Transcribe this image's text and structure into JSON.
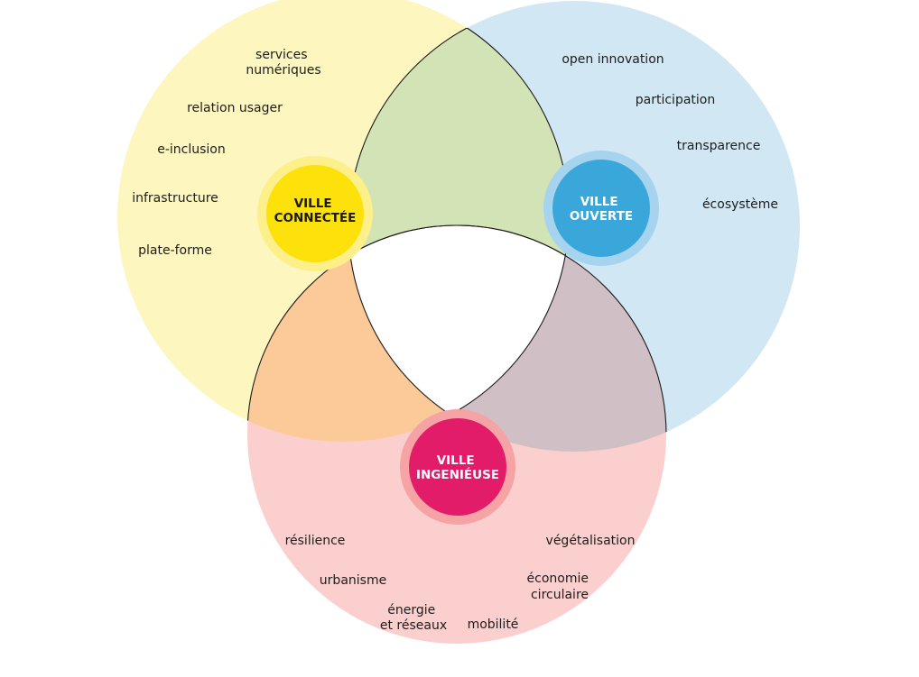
{
  "circles": {
    "connectee": {
      "title_lines": [
        "VILLE",
        "CONNECTÉE"
      ],
      "fill": "#fdf6bf",
      "hub_color": "#fde10b",
      "hub_ring": "#fdf08a",
      "text_color": "#1a1a1a",
      "terms": [
        [
          "services",
          "numériques"
        ],
        [
          "relation usager"
        ],
        [
          "e-inclusion"
        ],
        [
          "infrastructure"
        ],
        [
          "plate-forme"
        ]
      ]
    },
    "ouverte": {
      "title_lines": [
        "VILLE",
        "OUVERTE"
      ],
      "fill": "#d2e7f4",
      "hub_color": "#3aa7db",
      "hub_ring": "#a6d3ee",
      "text_color": "#ffffff",
      "terms": [
        [
          "open innovation"
        ],
        [
          "participation"
        ],
        [
          "transparence"
        ],
        [
          "écosystème"
        ]
      ]
    },
    "ingenieuse": {
      "title_lines": [
        "VILLE",
        "INGENIÉUSE"
      ],
      "fill": "#fbcfcd",
      "hub_color": "#e21c68",
      "hub_ring": "#f5a3a5",
      "text_color": "#ffffff",
      "terms": [
        [
          "résilience"
        ],
        [
          "urbanisme"
        ],
        [
          "énergie",
          "et réseaux"
        ],
        [
          "mobilité"
        ],
        [
          "végétalisation"
        ],
        [
          "économie",
          "circulaire"
        ]
      ]
    }
  },
  "overlaps": {
    "connectee_ouverte": "#d2e4b5",
    "connectee_ingenieuse": "#fbca98",
    "ouverte_ingenieuse": "#d0bfc4",
    "center": "#ffffff"
  }
}
